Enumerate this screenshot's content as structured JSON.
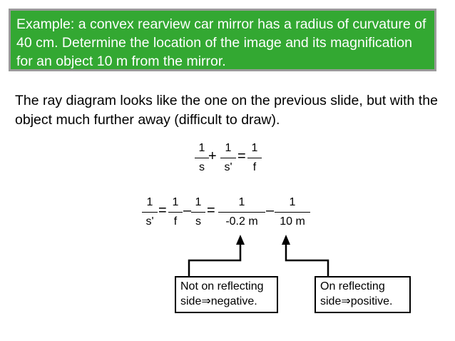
{
  "example": {
    "text": "Example: a convex rearview car mirror has a radius of curvature of 40 cm.  Determine the location of the image and its magnification for an object 10 m from the mirror."
  },
  "intro": {
    "text": "The ray diagram looks like the one on the previous slide, but with the object much further away (difficult to draw)."
  },
  "equation1": {
    "term1": {
      "num": "1",
      "den": "s"
    },
    "plus": "+",
    "term2": {
      "num": "1",
      "den": "s'"
    },
    "equals": "=",
    "term3": {
      "num": "1",
      "den": "f"
    }
  },
  "equation2": {
    "lhs": {
      "num": "1",
      "den": "s'"
    },
    "eq1": "=",
    "t1": {
      "num": "1",
      "den": "f"
    },
    "minus1": "–",
    "t2": {
      "num": "1",
      "den": "s"
    },
    "eq2": "=",
    "t3": {
      "num": "1",
      "den": "-0.2 m"
    },
    "minus2": "–",
    "t4": {
      "num": "1",
      "den": "10 m"
    }
  },
  "notes": {
    "left": {
      "line1": "Not on reflecting",
      "line2": "side⇒negative."
    },
    "right": {
      "line1": "On reflecting",
      "line2": "side⇒positive."
    }
  }
}
